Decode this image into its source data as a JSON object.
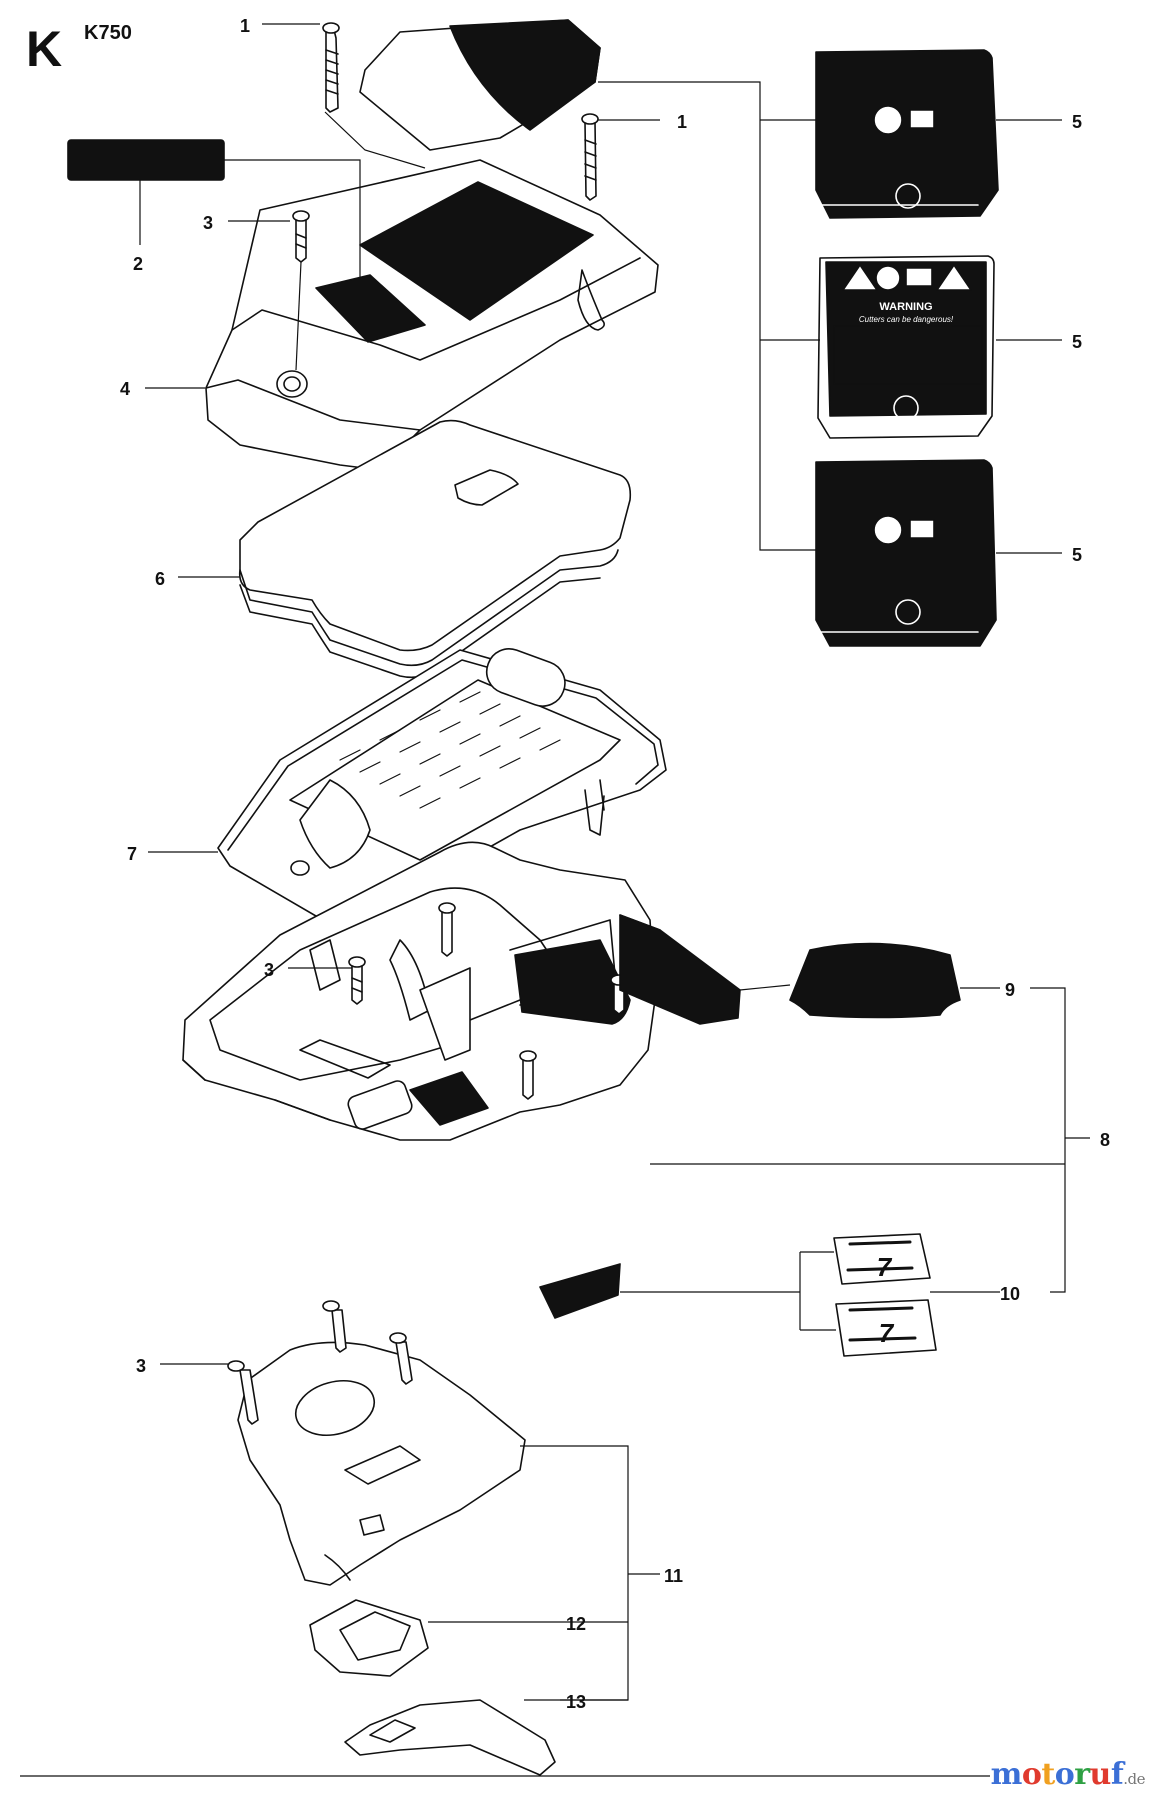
{
  "sheet": {
    "letter": "K",
    "model": "K750"
  },
  "callouts": {
    "c1a": "1",
    "c1b": "1",
    "c2": "2",
    "c3a": "3",
    "c4": "4",
    "c5a": "5",
    "c5b": "5",
    "c5c": "5",
    "c6": "6",
    "c7": "7",
    "c3b": "3",
    "c9": "9",
    "c8": "8",
    "c10": "10",
    "c3c": "3",
    "c11": "11",
    "c12": "12",
    "c13": "13"
  },
  "warning_label": {
    "heading": "WARNING",
    "subheading": "Cutters can be dangerous!"
  },
  "decal_text": {
    "number": "7"
  },
  "watermark": {
    "brand": "motoruf",
    "tld": ".de"
  },
  "colors": {
    "line": "#111111",
    "decal": "#111111",
    "paper": "#ffffff"
  }
}
